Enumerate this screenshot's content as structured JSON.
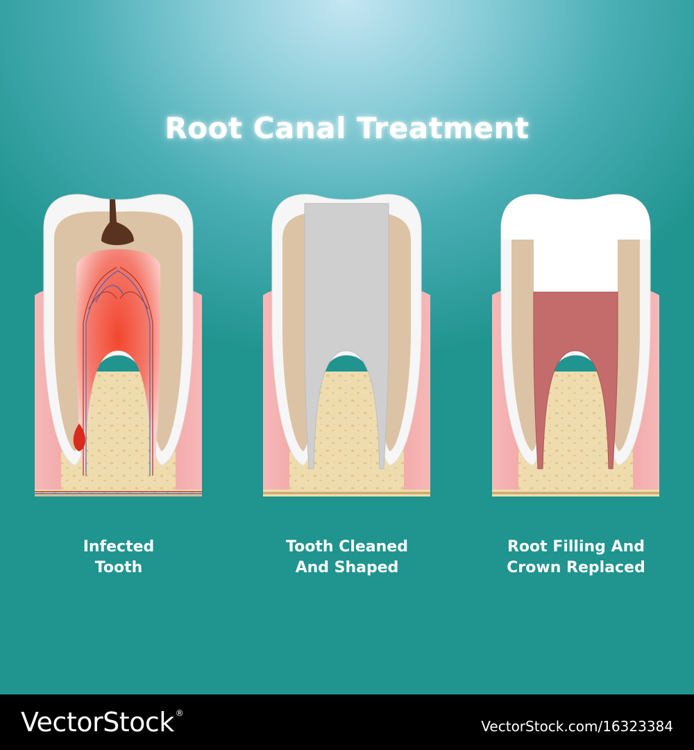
{
  "title": "Root Canal Treatment",
  "stages": [
    {
      "line1": "Infected",
      "line2": "Tooth"
    },
    {
      "line1": "Tooth Cleaned",
      "line2": "And Shaped"
    },
    {
      "line1": "Root Filling And",
      "line2": "Crown Replaced"
    }
  ],
  "footer": {
    "brand": "VectorStock",
    "brand_mark": "®",
    "reference": "VectorStock.com/16323384"
  },
  "colors": {
    "enamel": "#f6f6f6",
    "dentin": "#dcc3a5",
    "pulp": "#fbd0cb",
    "gum": "#ef9a9a",
    "bone": "#efdcae",
    "decay": "#5a3220",
    "cleaned_canal": "#cfcfcf",
    "root_filling": "#c46c6c",
    "crown": "#ffffff"
  }
}
